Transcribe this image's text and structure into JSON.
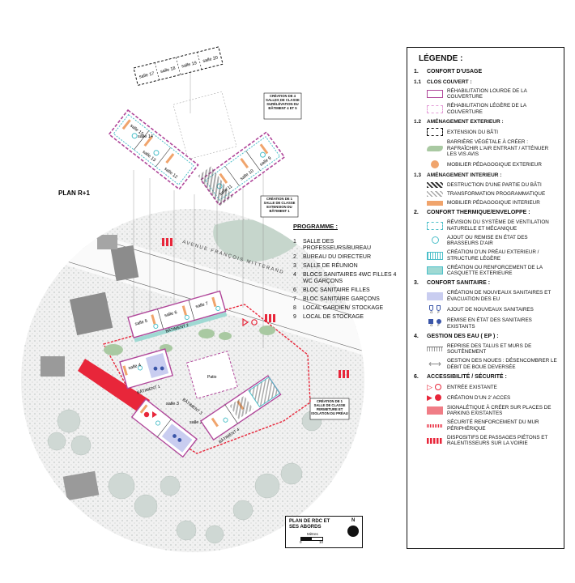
{
  "plan": {
    "title_r1": "PLAN R+1",
    "street": "AVENUE FRANÇOIS MITTERAND",
    "patio": "Patio",
    "rooms_r1": [
      "salle 17",
      "salle 18",
      "salle 19",
      "salle 20",
      "salle 15",
      "salle 14",
      "salle 13",
      "salle 12",
      "salle 9",
      "salle 10",
      "salle 11"
    ],
    "rooms_rdc": [
      "salle 5",
      "salle 6",
      "salle 7",
      "salle 4",
      "salle 3",
      "salle 2"
    ],
    "buildings": [
      "BÂTIMENT 2",
      "BÂTIMENT 1",
      "BÂTIMENT 3",
      "BÂTIMENT 4"
    ],
    "callout_1": "CRÉATION DE 4 SALLES DE CLASSE SURÉLÉVATION DU BÂTIMENT 4 ET 5",
    "callout_2": "CRÉATION DE 1 SALLE DE CLASSE EXTENSION DU BÂTIMENT 1",
    "callout_3": "CRÉATION DE 1 SALLE DE CLASSE FERMETURE ET ISOLATION DU PRÉAU",
    "scale_title": "PLAN DE RDC ET SES ABORDS",
    "north": "N",
    "scale_unit": "Mètres",
    "scale_0": "0",
    "scale_10": "10"
  },
  "programme": {
    "title": "PROGRAMME :",
    "items": [
      {
        "n": "1",
        "t": "SALLE DES PROFESSEURS/BUREAU"
      },
      {
        "n": "2",
        "t": "BUREAU DU DIRECTEUR"
      },
      {
        "n": "3",
        "t": "SALLE DE RÉUNION"
      },
      {
        "n": "4",
        "t": "BLOCS SANITAIRES 4WC FILLES 4 WC GARÇONS"
      },
      {
        "n": "6",
        "t": "BLOC SANITAIRE FILLES"
      },
      {
        "n": "7",
        "t": "BLOC SANITAIRE GARÇONS"
      },
      {
        "n": "8",
        "t": "LOCAL GARDIEN/ STOCKAGE"
      },
      {
        "n": "9",
        "t": "LOCAL DE STOCKAGE"
      }
    ]
  },
  "legend": {
    "title": "LÉGENDE :",
    "s1": {
      "num": "1.",
      "t": "CONFORT D'USAGE"
    },
    "s11": {
      "num": "1.1",
      "t": "CLOS COUVERT :"
    },
    "s11_items": [
      "RÉHABILITATION LOURDE DE LA COUVERTURE",
      "RÉHABILITATION LÉGÈRE DE LA COUVERTURE"
    ],
    "s12": {
      "num": "1.2",
      "t": "AMÉNAGEMENT EXTERIEUR :"
    },
    "s12_items": [
      "EXTENSION DU BÂTI",
      "BARRIÈRE VÉGÉTALE À CRÉER : RAFRAÎCHIR L'AIR ENTRANT / ATTÉNUER LES VIS AVIS",
      "MOBILIER PÉDAGOGIQUE EXTERIEUR"
    ],
    "s13": {
      "num": "1.3",
      "t": "AMÉNAGEMENT INTERIEUR :"
    },
    "s13_items": [
      "DESTRUCTION D'UNE PARTIE DU BÂTI",
      "TRANSFORMATION PROGRAMMATIQUE",
      "MOBILIER PÉDAGOGIQUE INTERIEUR"
    ],
    "s2": {
      "num": "2.",
      "t": "CONFORT THERMIQUE/ENVELOPPE :"
    },
    "s2_items": [
      "RÉVISION DU SYSTÈME DE VENTILATION NATURELLE ET MÉCANIQUE",
      "AJOUT OU REMISE EN ÉTAT DES BRASSEURS D'AIR",
      "CRÉATION D'UN PRÉAU EXTERIEUR / STRUCTURE LÉGÈRE",
      "CRÉATION OU RENFORCEMENT DE LA CASQUETTE EXTERIEURE"
    ],
    "s3": {
      "num": "3.",
      "t": "CONFORT SANITAIRE :"
    },
    "s3_items": [
      "CRÉATION DE NOUVEAUX SANITAIRES ET ÉVACUATION DES EU",
      "AJOUT DE NOUVEAUX SANITAIRES",
      "REMISE EN ÉTAT DES SANITAIRES EXISTANTS"
    ],
    "gf": [
      "G",
      "F"
    ],
    "s4": {
      "num": "4.",
      "t": "GESTION DES EAU ( EP ) :"
    },
    "s4_items": [
      "REPRISE DES TALUS ET MURS DE SOUTÈNEMENT",
      "GESTION DES NOUES : DÉSENCOMBRER LE DÉBIT DE BOUE DEVERSÉE"
    ],
    "s6": {
      "num": "6.",
      "t": "ACCESSIBILITÉ / SÉCURITÉ :"
    },
    "s6_items": [
      "ENTRÉE EXISTANTE",
      "CRÉATION D'UN 2' ACCES",
      "SIGNALÉTIQUE À CRÉER SUR PLACES DE PARKING EXISTANTES",
      "SÉCURITÉ RENFORCEMENT DU MUR PÉRIPHÉRIQUE",
      "DISPOSITIFS DE PASSAGES PIÉTONS ET RALENTISSEURS SUR LA VOIRIE"
    ],
    "colors": {
      "heavy_roof": "#b0479a",
      "light_roof": "#e39ad6",
      "hedge": "#a9c9a2",
      "furniture": "#f0a46c",
      "ventilation": "#4bbfc9",
      "sanitary_new": "#c9cdf0",
      "sanitary_blue": "#3a55a8",
      "safety_red": "#e8263a",
      "parking": "#f07d86",
      "casquette": "#9fd9d3"
    }
  }
}
